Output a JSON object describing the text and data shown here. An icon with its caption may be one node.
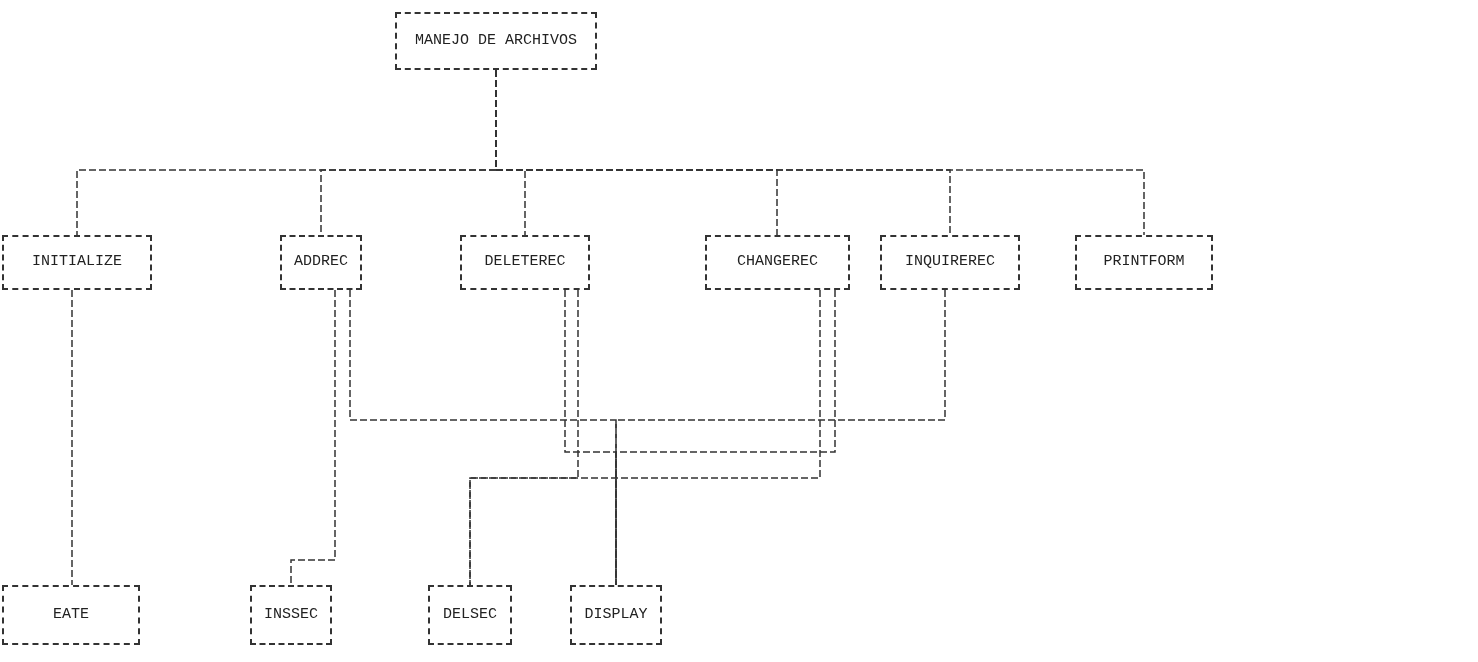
{
  "diagram": {
    "nodes": [
      {
        "text": [
          "MANEJO DE ARCHIVOS"
        ]
      },
      {
        "text": [
          "INITIALIZE"
        ]
      },
      {
        "text": [
          "ADDREC"
        ]
      },
      {
        "text": [
          "DELETEREC"
        ]
      },
      {
        "text": [
          "CHANGEREC"
        ]
      },
      {
        "text": [
          "INQUIREREC"
        ]
      },
      {
        "text": [
          "PRINTFORM"
        ]
      },
      {
        "text": [
          "EATE"
        ]
      },
      {
        "text": [
          "INSSEC"
        ]
      },
      {
        "text": [
          "DELSEC"
        ]
      },
      {
        "text": [
          "DISPLAY"
        ]
      }
    ],
    "edges": [
      {
        "from": 0,
        "to": 1,
        "arrow": "none"
      },
      {
        "from": 0,
        "to": 2,
        "arrow": "none"
      },
      {
        "from": 0,
        "to": 3,
        "arrow": "none"
      },
      {
        "from": 0,
        "to": 4,
        "arrow": "none"
      },
      {
        "from": 0,
        "to": 5,
        "arrow": "none"
      },
      {
        "from": 0,
        "to": 6,
        "arrow": "none"
      },
      {
        "from": 1,
        "to": 7,
        "arrow": "none"
      },
      {
        "from": 2,
        "to": 8,
        "arrow": "none"
      },
      {
        "from": 2,
        "to": 10,
        "arrow": "none"
      },
      {
        "from": 3,
        "to": 10,
        "arrow": "none"
      },
      {
        "from": 3,
        "to": 9,
        "arrow": "none"
      },
      {
        "from": 4,
        "to": 9,
        "arrow": "none"
      },
      {
        "from": 4,
        "to": 10,
        "arrow": "none"
      },
      {
        "from": 5,
        "to": 10,
        "arrow": "none"
      }
    ]
  }
}
